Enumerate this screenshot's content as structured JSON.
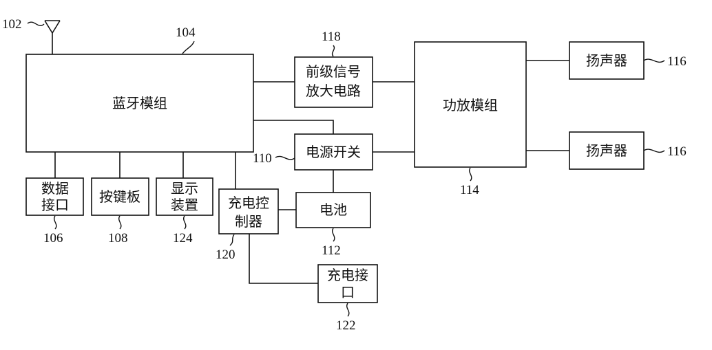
{
  "blocks": {
    "bluetooth_module": "蓝牙模组",
    "preamp_line1": "前级信号",
    "preamp_line2": "放大电路",
    "amp_module": "功放模组",
    "speaker_top": "扬声器",
    "speaker_bottom": "扬声器",
    "power_switch": "电源开关",
    "data_port_line1": "数据",
    "data_port_line2": "接口",
    "keypad": "按键板",
    "display_line1": "显示",
    "display_line2": "装置",
    "charge_ctrl_line1": "充电控",
    "charge_ctrl_line2": "制器",
    "battery": "电池",
    "charge_port_line1": "充电接",
    "charge_port_line2": "口"
  },
  "refs": {
    "antenna": "102",
    "bluetooth_module": "104",
    "data_port": "106",
    "keypad": "108",
    "power_switch": "110",
    "battery": "112",
    "amp_module": "114",
    "speaker_top": "116",
    "speaker_bottom": "116",
    "preamp": "118",
    "charge_ctrl": "120",
    "charge_port": "122",
    "display": "124"
  },
  "icons": {
    "antenna": "antenna-icon"
  }
}
